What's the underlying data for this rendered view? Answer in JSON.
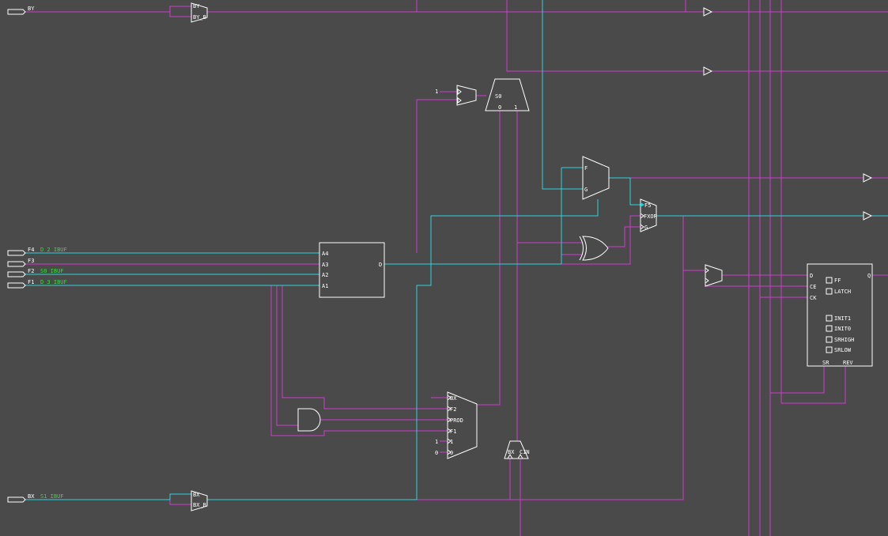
{
  "colors": {
    "background": "#4a4a4a",
    "wire": "#d23ad2",
    "active_wire": "#2ed3e0",
    "component": "#ffffff",
    "net_label": "#33dd33"
  },
  "ports": {
    "by": "BY",
    "f4": "F4",
    "f3": "F3",
    "f2": "F2",
    "f1": "F1",
    "bx": "BX"
  },
  "nets": {
    "f4": "D_2_IBUF",
    "f2": "S0_IBUF",
    "f1": "D_3_IBUF",
    "bx": "S1_IBUF"
  },
  "by_mux": {
    "top": "BY",
    "bottom": "BY_B"
  },
  "bx_mux": {
    "top": "BX",
    "bottom": "BX_B"
  },
  "lut": {
    "a4": "A4",
    "a3": "A3",
    "a2": "A2",
    "a1": "A1",
    "d": "D"
  },
  "s0_mux": {
    "sel": "S0",
    "in0": "0",
    "in1": "1"
  },
  "one_const": "1",
  "fg_mux": {
    "f": "F",
    "g": "G"
  },
  "f5_mux": {
    "f5": "F5",
    "fxor": "FXOR",
    "g": "G"
  },
  "prod_mux": {
    "bx": "BX",
    "f2": "F2",
    "prod": "PROD",
    "f1": "F1",
    "one": "1",
    "zero": "0",
    "one_label": "1",
    "zero_label": "0"
  },
  "cin_mux": {
    "bx": "BX",
    "cin": "CIN"
  },
  "ffx": {
    "d": "D",
    "ce": "CE",
    "ck": "CK",
    "q": "Q",
    "sr": "SR",
    "rev": "REV",
    "options": [
      "FF",
      "LATCH",
      "INIT1",
      "INIT0",
      "SRHIGH",
      "SRLOW"
    ]
  }
}
